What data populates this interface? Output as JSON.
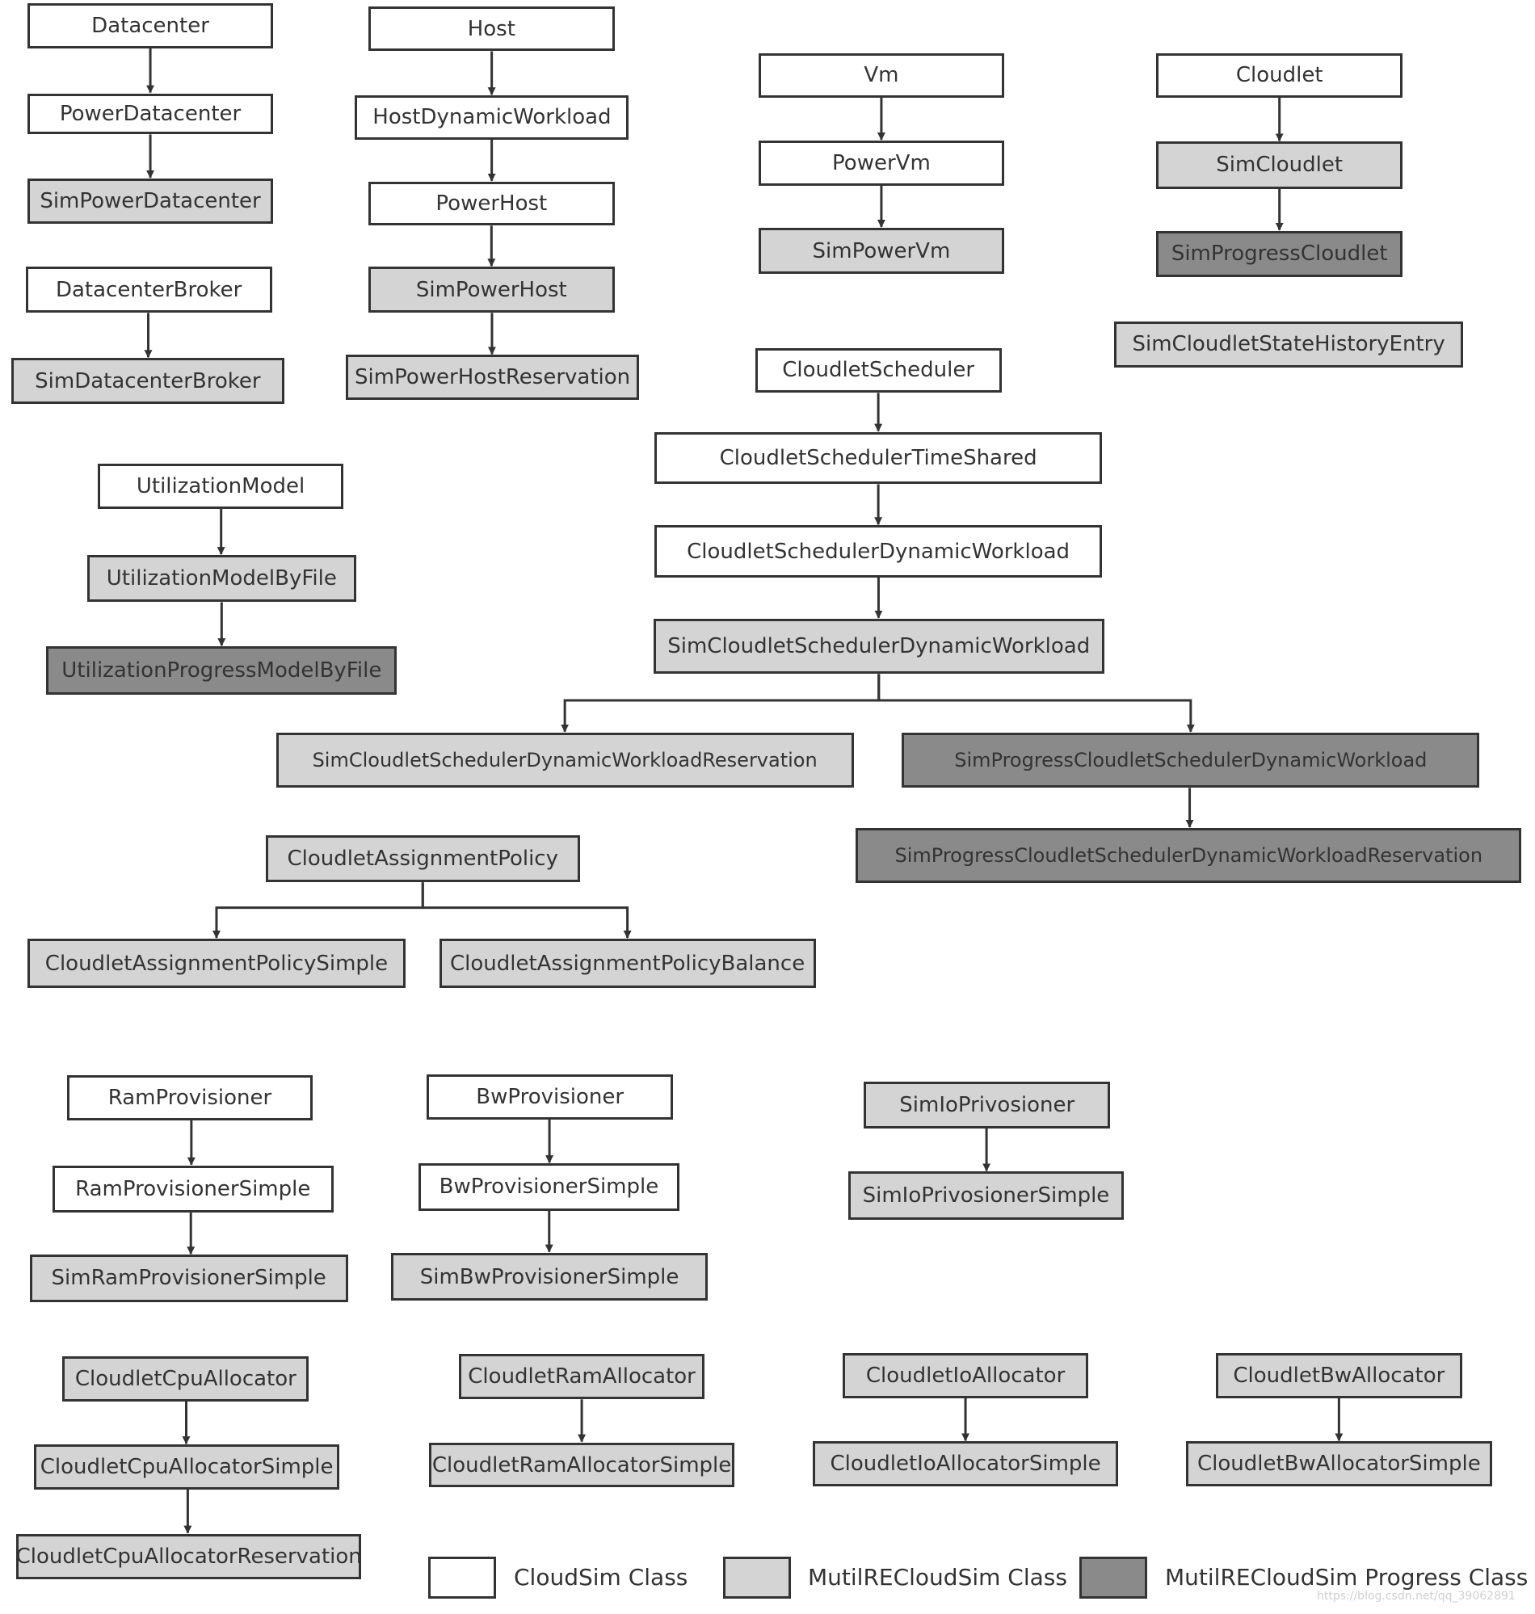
{
  "colors": {
    "cloudsim": "#ffffff",
    "multi": "#d4d4d4",
    "progress": "#8a8a8a",
    "line": "#333333"
  },
  "nodes": {
    "datacenter": {
      "label": "Datacenter",
      "cat": "cloudsim"
    },
    "power_datacenter": {
      "label": "PowerDatacenter",
      "cat": "cloudsim"
    },
    "sim_power_datacenter": {
      "label": "SimPowerDatacenter",
      "cat": "multi"
    },
    "datacenter_broker": {
      "label": "DatacenterBroker",
      "cat": "cloudsim"
    },
    "sim_datacenter_broker": {
      "label": "SimDatacenterBroker",
      "cat": "multi"
    },
    "host": {
      "label": "Host",
      "cat": "cloudsim"
    },
    "host_dynamic_workload": {
      "label": "HostDynamicWorkload",
      "cat": "cloudsim"
    },
    "power_host": {
      "label": "PowerHost",
      "cat": "cloudsim"
    },
    "sim_power_host": {
      "label": "SimPowerHost",
      "cat": "multi"
    },
    "sim_power_host_reservation": {
      "label": "SimPowerHostReservation",
      "cat": "multi"
    },
    "vm": {
      "label": "Vm",
      "cat": "cloudsim"
    },
    "power_vm": {
      "label": "PowerVm",
      "cat": "cloudsim"
    },
    "sim_power_vm": {
      "label": "SimPowerVm",
      "cat": "multi"
    },
    "cloudlet": {
      "label": "Cloudlet",
      "cat": "cloudsim"
    },
    "sim_cloudlet": {
      "label": "SimCloudlet",
      "cat": "multi"
    },
    "sim_progress_cloudlet": {
      "label": "SimProgressCloudlet",
      "cat": "progress"
    },
    "sim_cloudlet_state_history_entry": {
      "label": "SimCloudletStateHistoryEntry",
      "cat": "multi"
    },
    "cloudlet_scheduler": {
      "label": "CloudletScheduler",
      "cat": "cloudsim"
    },
    "cloudlet_scheduler_time_shared": {
      "label": "CloudletSchedulerTimeShared",
      "cat": "cloudsim"
    },
    "cloudlet_scheduler_dynamic_workload": {
      "label": "CloudletSchedulerDynamicWorkload",
      "cat": "cloudsim"
    },
    "sim_cloudlet_scheduler_dynamic_workload": {
      "label": "SimCloudletSchedulerDynamicWorkload",
      "cat": "multi"
    },
    "sim_cloudlet_scheduler_dynamic_workload_reservation": {
      "label": "SimCloudletSchedulerDynamicWorkloadReservation",
      "cat": "multi"
    },
    "sim_progress_cloudlet_scheduler_dynamic_workload": {
      "label": "SimProgressCloudletSchedulerDynamicWorkload",
      "cat": "progress"
    },
    "sim_progress_cloudlet_scheduler_dynamic_workload_reservation": {
      "label": "SimProgressCloudletSchedulerDynamicWorkloadReservation",
      "cat": "progress"
    },
    "utilization_model": {
      "label": "UtilizationModel",
      "cat": "cloudsim"
    },
    "utilization_model_by_file": {
      "label": "UtilizationModelByFile",
      "cat": "multi"
    },
    "utilization_progress_model_by_file": {
      "label": "UtilizationProgressModelByFile",
      "cat": "progress"
    },
    "cloudlet_assignment_policy": {
      "label": "CloudletAssignmentPolicy",
      "cat": "multi"
    },
    "cloudlet_assignment_policy_simple": {
      "label": "CloudletAssignmentPolicySimple",
      "cat": "multi"
    },
    "cloudlet_assignment_policy_balance": {
      "label": "CloudletAssignmentPolicyBalance",
      "cat": "multi"
    },
    "ram_provisioner": {
      "label": "RamProvisioner",
      "cat": "cloudsim"
    },
    "ram_provisioner_simple": {
      "label": "RamProvisionerSimple",
      "cat": "cloudsim"
    },
    "sim_ram_provisioner_simple": {
      "label": "SimRamProvisionerSimple",
      "cat": "multi"
    },
    "bw_provisioner": {
      "label": "BwProvisioner",
      "cat": "cloudsim"
    },
    "bw_provisioner_simple": {
      "label": "BwProvisionerSimple",
      "cat": "cloudsim"
    },
    "sim_bw_provisioner_simple": {
      "label": "SimBwProvisionerSimple",
      "cat": "multi"
    },
    "sim_io_privosioner": {
      "label": "SimIoPrivosioner",
      "cat": "multi"
    },
    "sim_io_privosioner_simple": {
      "label": "SimIoPrivosionerSimple",
      "cat": "multi"
    },
    "cloudlet_cpu_allocator": {
      "label": "CloudletCpuAllocator",
      "cat": "multi"
    },
    "cloudlet_cpu_allocator_simple": {
      "label": "CloudletCpuAllocatorSimple",
      "cat": "multi"
    },
    "cloudlet_cpu_allocator_reservation": {
      "label": "CloudletCpuAllocatorReservation",
      "cat": "multi"
    },
    "cloudlet_ram_allocator": {
      "label": "CloudletRamAllocator",
      "cat": "multi"
    },
    "cloudlet_ram_allocator_simple": {
      "label": "CloudletRamAllocatorSimple",
      "cat": "multi"
    },
    "cloudlet_io_allocator": {
      "label": "CloudletIoAllocator",
      "cat": "multi"
    },
    "cloudlet_io_allocator_simple": {
      "label": "CloudletIoAllocatorSimple",
      "cat": "multi"
    },
    "cloudlet_bw_allocator": {
      "label": "CloudletBwAllocator",
      "cat": "multi"
    },
    "cloudlet_bw_allocator_simple": {
      "label": "CloudletBwAllocatorSimple",
      "cat": "multi"
    }
  },
  "edges": [
    [
      "datacenter",
      "power_datacenter"
    ],
    [
      "power_datacenter",
      "sim_power_datacenter"
    ],
    [
      "datacenter_broker",
      "sim_datacenter_broker"
    ],
    [
      "host",
      "host_dynamic_workload"
    ],
    [
      "host_dynamic_workload",
      "power_host"
    ],
    [
      "power_host",
      "sim_power_host"
    ],
    [
      "sim_power_host",
      "sim_power_host_reservation"
    ],
    [
      "vm",
      "power_vm"
    ],
    [
      "power_vm",
      "sim_power_vm"
    ],
    [
      "cloudlet",
      "sim_cloudlet"
    ],
    [
      "sim_cloudlet",
      "sim_progress_cloudlet"
    ],
    [
      "cloudlet_scheduler",
      "cloudlet_scheduler_time_shared"
    ],
    [
      "cloudlet_scheduler_time_shared",
      "cloudlet_scheduler_dynamic_workload"
    ],
    [
      "cloudlet_scheduler_dynamic_workload",
      "sim_cloudlet_scheduler_dynamic_workload"
    ],
    [
      "sim_cloudlet_scheduler_dynamic_workload",
      "sim_cloudlet_scheduler_dynamic_workload_reservation"
    ],
    [
      "sim_cloudlet_scheduler_dynamic_workload",
      "sim_progress_cloudlet_scheduler_dynamic_workload"
    ],
    [
      "sim_progress_cloudlet_scheduler_dynamic_workload",
      "sim_progress_cloudlet_scheduler_dynamic_workload_reservation"
    ],
    [
      "utilization_model",
      "utilization_model_by_file"
    ],
    [
      "utilization_model_by_file",
      "utilization_progress_model_by_file"
    ],
    [
      "cloudlet_assignment_policy",
      "cloudlet_assignment_policy_simple"
    ],
    [
      "cloudlet_assignment_policy",
      "cloudlet_assignment_policy_balance"
    ],
    [
      "ram_provisioner",
      "ram_provisioner_simple"
    ],
    [
      "ram_provisioner_simple",
      "sim_ram_provisioner_simple"
    ],
    [
      "bw_provisioner",
      "bw_provisioner_simple"
    ],
    [
      "bw_provisioner_simple",
      "sim_bw_provisioner_simple"
    ],
    [
      "sim_io_privosioner",
      "sim_io_privosioner_simple"
    ],
    [
      "cloudlet_cpu_allocator",
      "cloudlet_cpu_allocator_simple"
    ],
    [
      "cloudlet_cpu_allocator_simple",
      "cloudlet_cpu_allocator_reservation"
    ],
    [
      "cloudlet_ram_allocator",
      "cloudlet_ram_allocator_simple"
    ],
    [
      "cloudlet_io_allocator",
      "cloudlet_io_allocator_simple"
    ],
    [
      "cloudlet_bw_allocator",
      "cloudlet_bw_allocator_simple"
    ]
  ],
  "legend": {
    "cloudsim": "CloudSim Class",
    "multi": "MutilRECloudSim Class",
    "progress": "MutilRECloudSim Progress Class"
  },
  "watermark": "https://blog.csdn.net/qq_39062891"
}
